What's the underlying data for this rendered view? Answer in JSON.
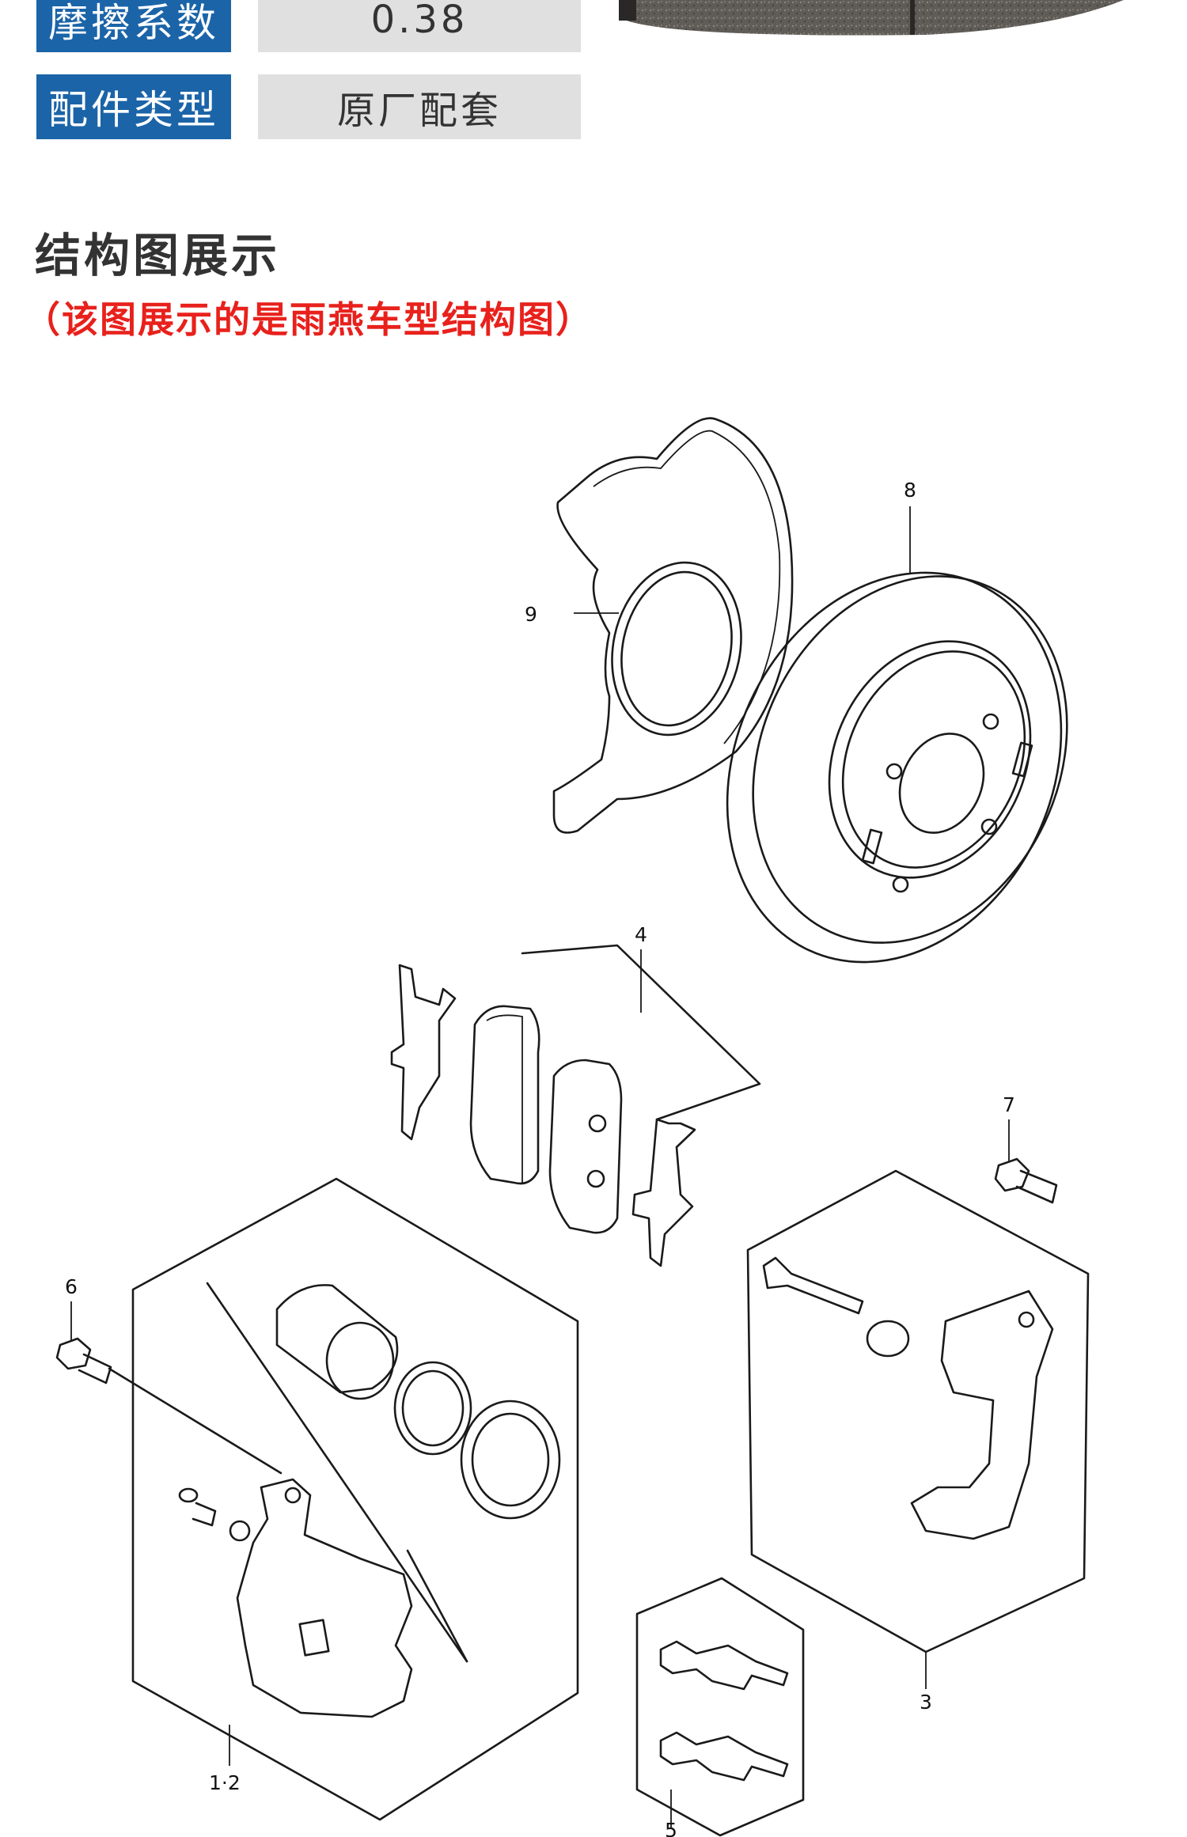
{
  "specs": [
    {
      "label": "摩擦系数",
      "value": "0.38"
    },
    {
      "label": "配件类型",
      "value": "原厂配套"
    }
  ],
  "section": {
    "title": "结构图展示",
    "note": "（该图展示的是雨燕车型结构图）"
  },
  "diagram": {
    "callouts": {
      "rotor": "8",
      "shield": "9",
      "pads": "4",
      "bolt_upper": "7",
      "bolt_left": "6",
      "caliper": "1·2",
      "bracket": "3",
      "clips": "5"
    }
  },
  "colors": {
    "label_bg": "#1b64a8",
    "value_bg": "#e0e0e0",
    "note_red": "#e8211c",
    "title": "#333333"
  }
}
